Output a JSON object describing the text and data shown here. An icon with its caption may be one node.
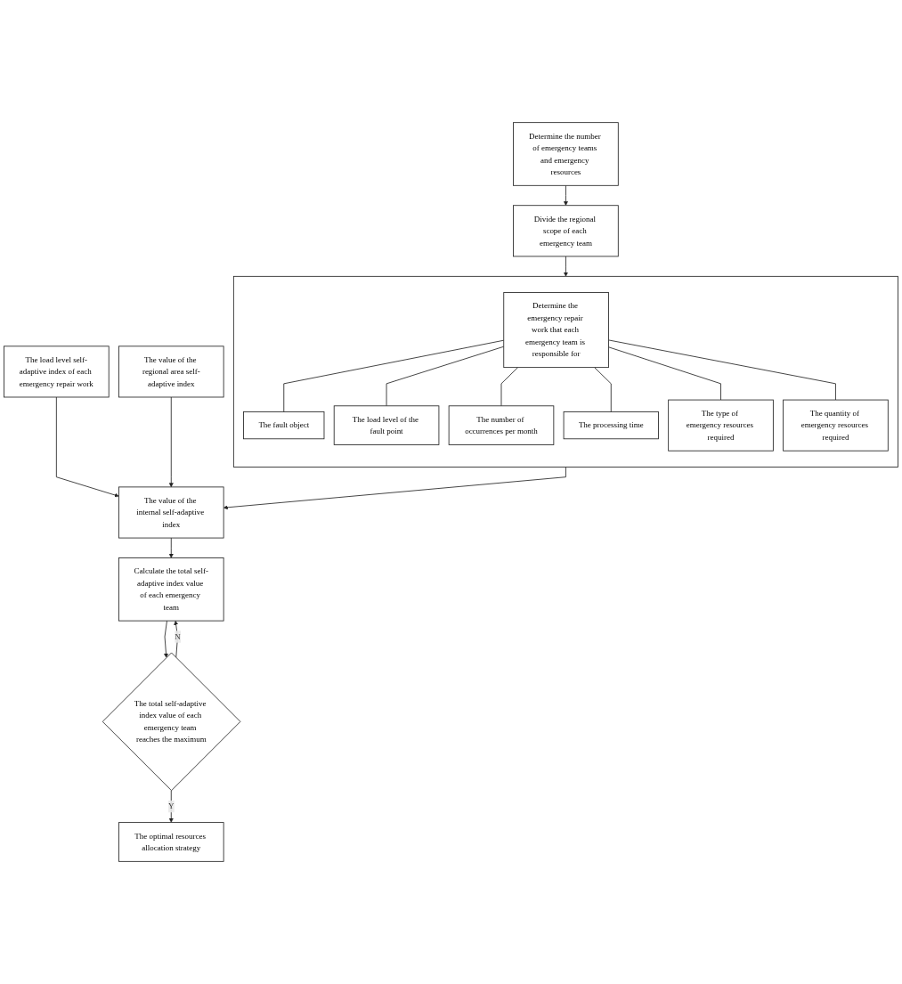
{
  "diagram": {
    "nodes": [
      {
        "text": [
          "Determine the number of emergency teams and emergency resources"
        ]
      },
      {
        "text": [
          "Divide the regional scope of each emergency team"
        ]
      },
      {
        "text": [
          "The load level self-adaptive index of each emergency repair work"
        ]
      },
      {
        "text": [],
        "shape": "box"
      },
      {
        "text": [
          "Determine the emergency repair work that each emergency team is responsible for"
        ],
        "in": 3
      },
      {
        "text": [
          "The fault object"
        ],
        "in": 3
      },
      {
        "text": [
          "The load level of the fault point"
        ],
        "in": 3
      },
      {
        "text": [
          "The number of occurrences per month"
        ],
        "in": 3
      },
      {
        "text": [
          "The processing time"
        ],
        "in": 3
      },
      {
        "text": [
          "The type of emergency resources required"
        ],
        "in": 3
      },
      {
        "text": [
          "The quantity of emergency resources required"
        ],
        "in": 3
      },
      {
        "text": [
          "The value of the regional area self-adaptive index"
        ]
      },
      {
        "text": [
          "The value of the internal self-adaptive index"
        ]
      },
      {
        "text": [
          "Calculate the total self-adaptive index value of each emergency team"
        ]
      },
      {
        "text": [
          "The total self-adaptive index value of each emergency team reaches the maximum"
        ]
      },
      {
        "text": [
          "The optimal resources allocation strategy"
        ]
      }
    ],
    "edges": [
      {
        "from": 0,
        "to": 1,
        "arrow": "to"
      },
      {
        "from": 1,
        "to": 3,
        "arrow": "to"
      },
      {
        "from": 4,
        "to": 5,
        "arrow": "none"
      },
      {
        "from": 4,
        "to": 6,
        "arrow": "none"
      },
      {
        "from": 4,
        "to": 7,
        "arrow": "none"
      },
      {
        "from": 4,
        "to": 8,
        "arrow": "none"
      },
      {
        "from": 4,
        "to": 9,
        "arrow": "none"
      },
      {
        "from": 4,
        "to": 10,
        "arrow": "none"
      },
      {
        "from": 3,
        "to": 12,
        "arrow": "to"
      },
      {
        "from": 2,
        "to": 12,
        "arrow": "to"
      },
      {
        "from": 11,
        "to": 12,
        "arrow": "to"
      },
      {
        "from": 12,
        "to": 13,
        "arrow": "to"
      },
      {
        "from": 13,
        "to": 14,
        "arrow": "to"
      },
      {
        "from": 14,
        "to": 13,
        "label": "N",
        "arrow": "to"
      },
      {
        "from": 14,
        "to": 15,
        "label": "Y",
        "arrow": "to"
      }
    ]
  }
}
